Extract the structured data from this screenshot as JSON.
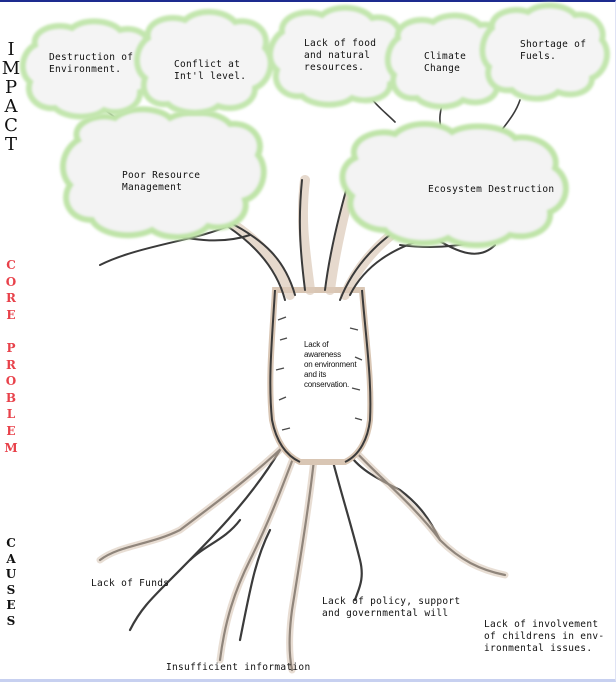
{
  "side_labels": {
    "impact": [
      "I",
      "M",
      "P",
      "A",
      "C",
      "T"
    ],
    "core_problem": [
      "C",
      "O",
      "R",
      "E",
      "",
      "P",
      "R",
      "O",
      "B",
      "L",
      "E",
      "M"
    ],
    "causes": [
      "C",
      "A",
      "U",
      "S",
      "E",
      "S"
    ]
  },
  "impacts": {
    "destruction": "Destruction of\nEnvironment.",
    "conflict": "Conflict at\nInt'l level.",
    "food": "Lack of food\nand natural\nresources.",
    "climate": "Climate\nChange",
    "fuels": "Shortage of\nFuels.",
    "resource": "Poor Resource\nManagement",
    "ecosystem": "Ecosystem Destruction"
  },
  "core_problem_text": "Lack of\nawareness\non environment\nand its\nconservation.",
  "causes": {
    "funds": "Lack of Funds",
    "policy": "Lack of policy, support\nand governmental will",
    "involvement": "Lack of involvement\nof childrens in env-\nironmental issues.",
    "information": "Insufficient information"
  },
  "colors": {
    "core_label": "#e8414a",
    "frame_top": "#1d2b8f",
    "foliage_edge": "#b9e3a6"
  }
}
